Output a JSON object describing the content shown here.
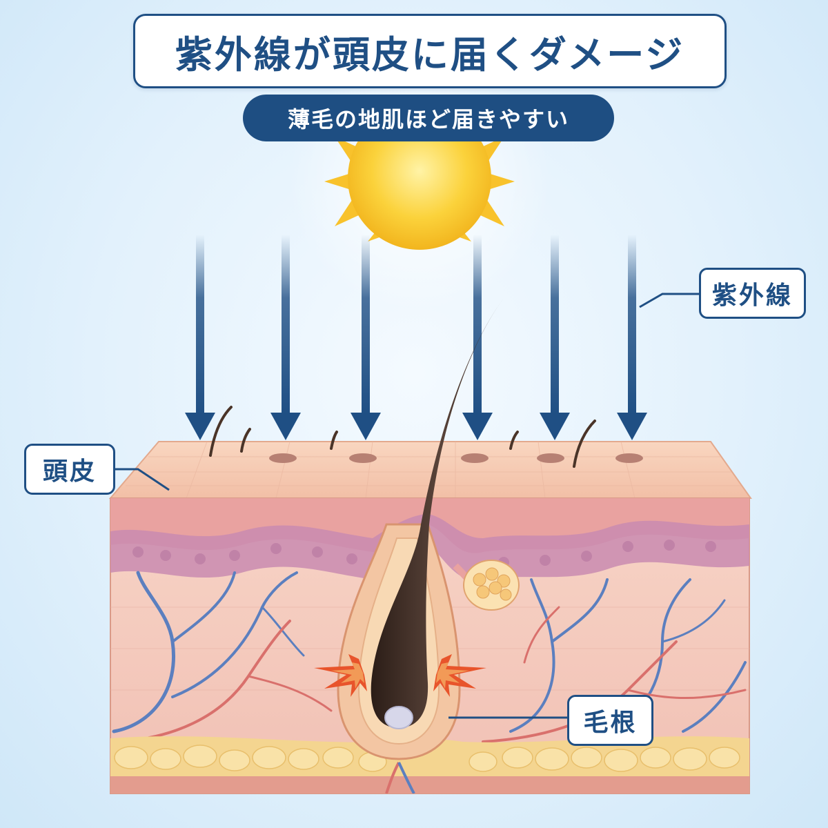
{
  "title": "紫外線が頭皮に届くダメージ",
  "subtitle": "薄毛の地肌ほど届きやすい",
  "labels": {
    "uv": "紫外線",
    "scalp": "頭皮",
    "hair_root": "毛根"
  },
  "colors": {
    "navy": "#1f4f84",
    "sun": "#f8c22c",
    "skin_top": "#f6c7ad",
    "epidermis": "#e9a2a0",
    "basal_layer": "#c98bb0",
    "dermis": "#f5cdc1",
    "fat": "#f4d590",
    "vein": "#5b7fbf",
    "artery": "#d9706c",
    "hair": "#3a2a22",
    "damage_burst": "#e8542b"
  },
  "icons": {
    "sun": "sun-icon",
    "uv_ray": "arrow-down-icon",
    "damage": "burst-icon"
  }
}
